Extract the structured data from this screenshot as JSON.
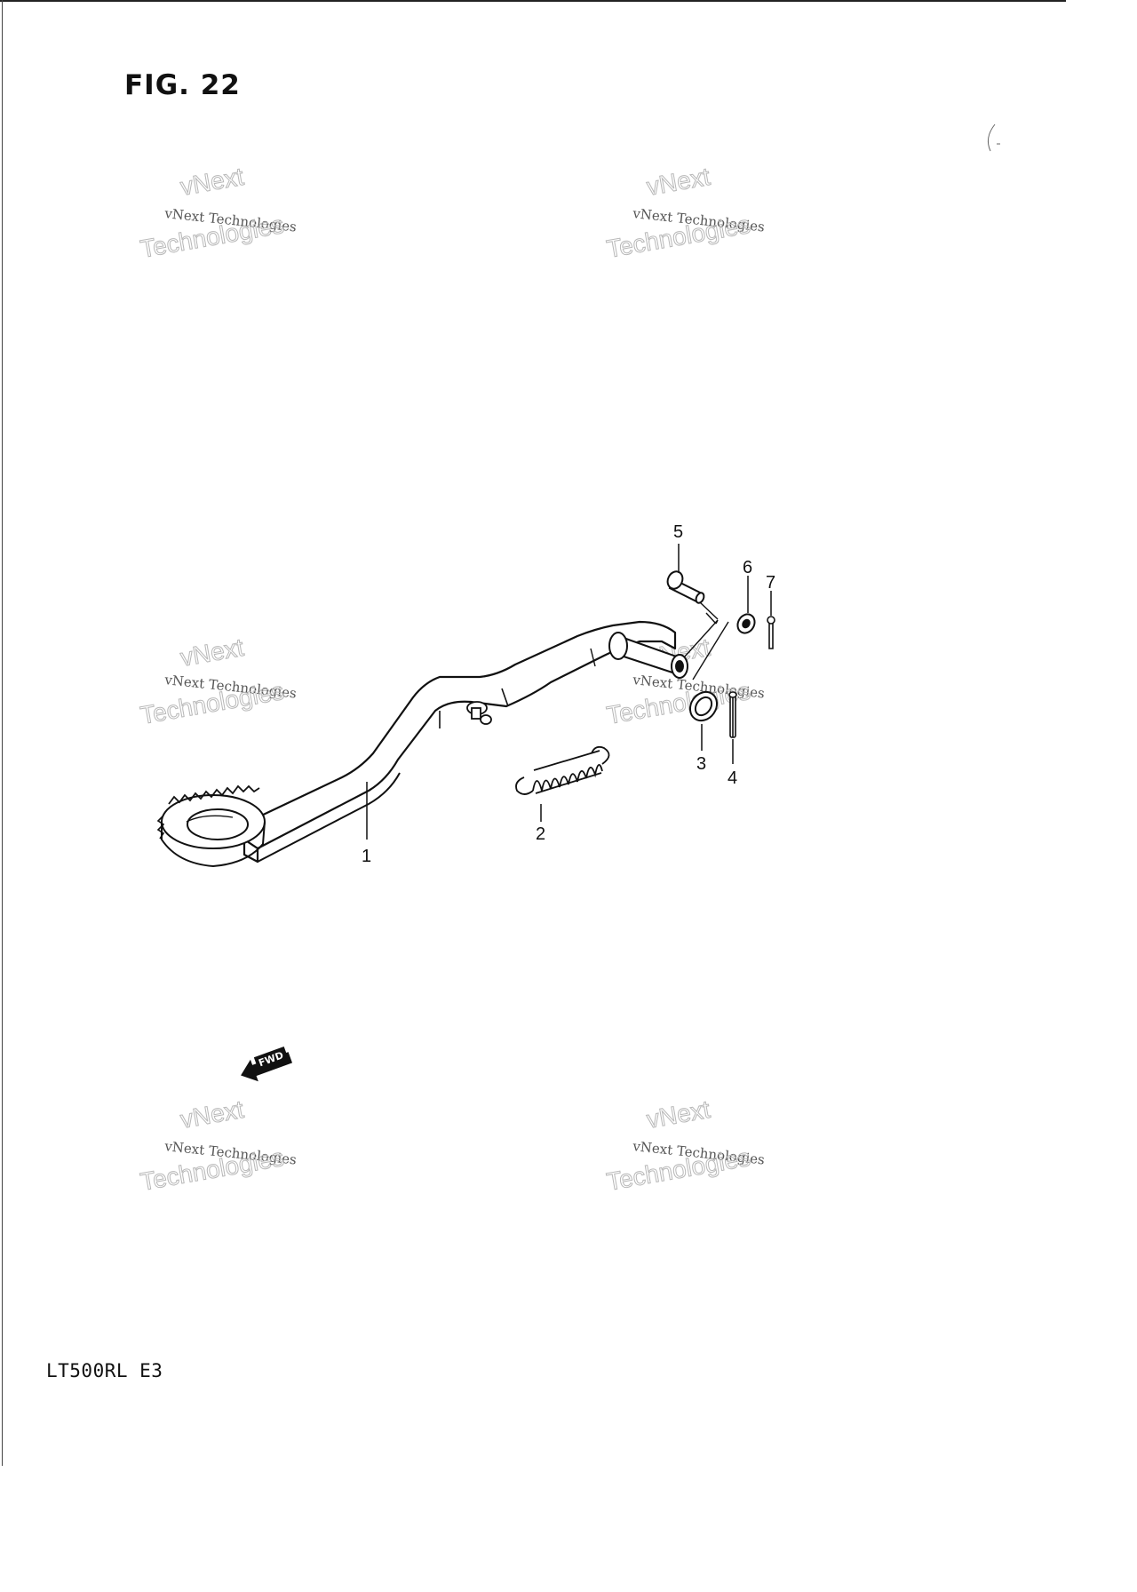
{
  "figure": {
    "title": "FIG. 22",
    "model_code": "LT500RL  E3"
  },
  "callouts": [
    {
      "id": "1",
      "label": "1"
    },
    {
      "id": "2",
      "label": "2"
    },
    {
      "id": "3",
      "label": "3"
    },
    {
      "id": "4",
      "label": "4"
    },
    {
      "id": "5",
      "label": "5"
    },
    {
      "id": "6",
      "label": "6"
    },
    {
      "id": "7",
      "label": "7"
    }
  ],
  "direction_marker": {
    "label": "FWD",
    "icon": "forward-arrow-icon"
  },
  "watermark": {
    "line_small": "vNext Technologies",
    "line_large_1": "vNext",
    "line_large_2": "Technologies"
  }
}
